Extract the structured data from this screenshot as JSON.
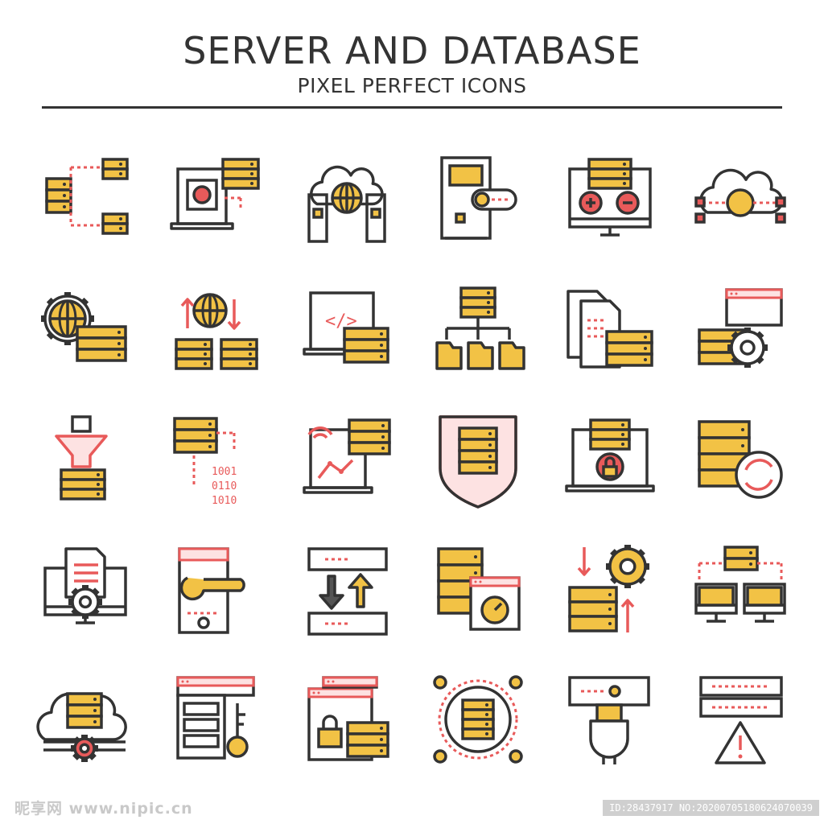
{
  "header": {
    "title": "SERVER AND DATABASE",
    "subtitle": "PIXEL PERFECT ICONS"
  },
  "colors": {
    "outline": "#333333",
    "yellow": "#f2c245",
    "red": "#e85a5a"
  },
  "icons": [
    "server-network-icon",
    "laptop-server-settings-icon",
    "cloud-globe-server-icon",
    "server-tower-drive-icon",
    "monitor-server-add-remove-icon",
    "cloud-share-icon",
    "globe-gear-server-icon",
    "globe-server-sync-icon",
    "laptop-code-database-icon",
    "database-folder-tree-icon",
    "documents-database-icon",
    "browser-database-gear-icon",
    "funnel-database-icon",
    "database-binary-code-icon",
    "wifi-laptop-analytics-database-icon",
    "shield-database-icon",
    "laptop-database-lock-icon",
    "database-refresh-icon",
    "monitor-document-gear-icon",
    "server-wrench-icon",
    "server-data-transfer-icon",
    "database-speed-gauge-icon",
    "database-gear-arrows-icon",
    "database-computers-network-icon",
    "cloud-server-gear-icon",
    "database-key-icon",
    "browser-lock-database-icon",
    "database-nodes-network-icon",
    "server-usb-plug-icon",
    "server-warning-icon"
  ],
  "watermark": {
    "left": "昵享网 www.nipic.cn",
    "right": "ID:28437917 NO:20200705180624070039"
  }
}
